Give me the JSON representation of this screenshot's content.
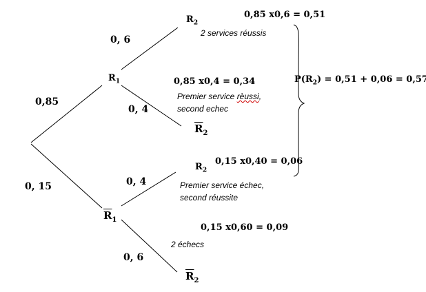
{
  "edges": {
    "root_r1": "0,85",
    "root_notr1": "0, 15",
    "r1_r2": "0, 6",
    "r1_notr2": "0, 4",
    "notr1_r2": "0, 4",
    "notr1_notr2": "0, 6"
  },
  "nodes": {
    "r1": {
      "letter": "R",
      "sub": "1"
    },
    "notr1": {
      "letter": "R",
      "sub": "1"
    },
    "r2_top": {
      "letter": "R",
      "sub": "2"
    },
    "notr2_top": {
      "letter": "R",
      "sub": "2"
    },
    "r2_bottom": {
      "letter": "R",
      "sub": "2"
    },
    "notr2_bottom": {
      "letter": "R",
      "sub": "2"
    }
  },
  "calculations": {
    "c1": "0,85 x0,6 = 0,51",
    "c2": "0,85 x0,4 = 0,34",
    "c3": "0,15 x0,40 = 0,06",
    "c4": "0,15 x0,60 = 0,09"
  },
  "notes": {
    "n1": "2 services réussis",
    "n2_prefix": "Premier service ",
    "n2_word": "rèussi",
    "n2_suffix": ",",
    "n2_line2": "second echec",
    "n3_line1": "Premier service échec,",
    "n3_line2": "second réussite",
    "n4": "2 échecs"
  },
  "total": {
    "prefix": "P(R",
    "sub": "2",
    "suffix": ") = 0,51 + 0,06 = 0,57"
  }
}
